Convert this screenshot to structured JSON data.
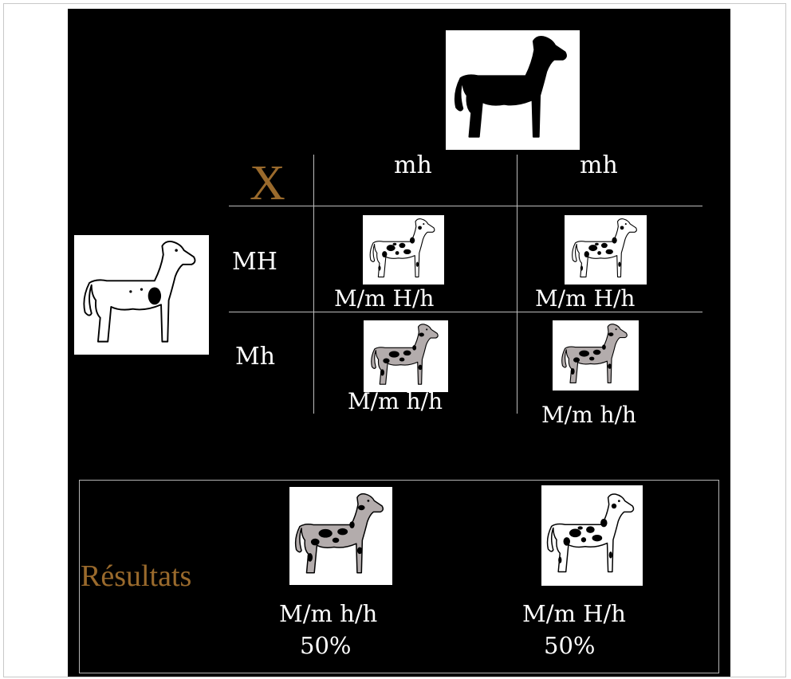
{
  "colors": {
    "accent": "#9a6a2c",
    "merle_body": "#b3acac",
    "harlequin_body": "#ffffff",
    "patch": "#000000"
  },
  "cross_symbol": "X",
  "parents": {
    "top": {
      "icon": "black-dog-icon",
      "coat": "black"
    },
    "left": {
      "icon": "harlequin-dog-icon",
      "coat": "white-with-small-patches"
    }
  },
  "columns": [
    "mh",
    "mh"
  ],
  "rows": [
    "MH",
    "Mh"
  ],
  "cells": [
    {
      "genotype": "M/m H/h",
      "coat": "harlequin",
      "icon": "harlequin-dog-icon"
    },
    {
      "genotype": "M/m H/h",
      "coat": "harlequin",
      "icon": "harlequin-dog-icon"
    },
    {
      "genotype": "M/m h/h",
      "coat": "merle",
      "icon": "merle-dog-icon"
    },
    {
      "genotype": "M/m h/h",
      "coat": "merle",
      "icon": "merle-dog-icon"
    }
  ],
  "results": {
    "label": "Résultats",
    "items": [
      {
        "genotype": "M/m h/h",
        "percent": "50%",
        "coat": "merle",
        "icon": "merle-dog-icon"
      },
      {
        "genotype": "M/m H/h",
        "percent": "50%",
        "coat": "harlequin",
        "icon": "harlequin-dog-icon"
      }
    ]
  }
}
